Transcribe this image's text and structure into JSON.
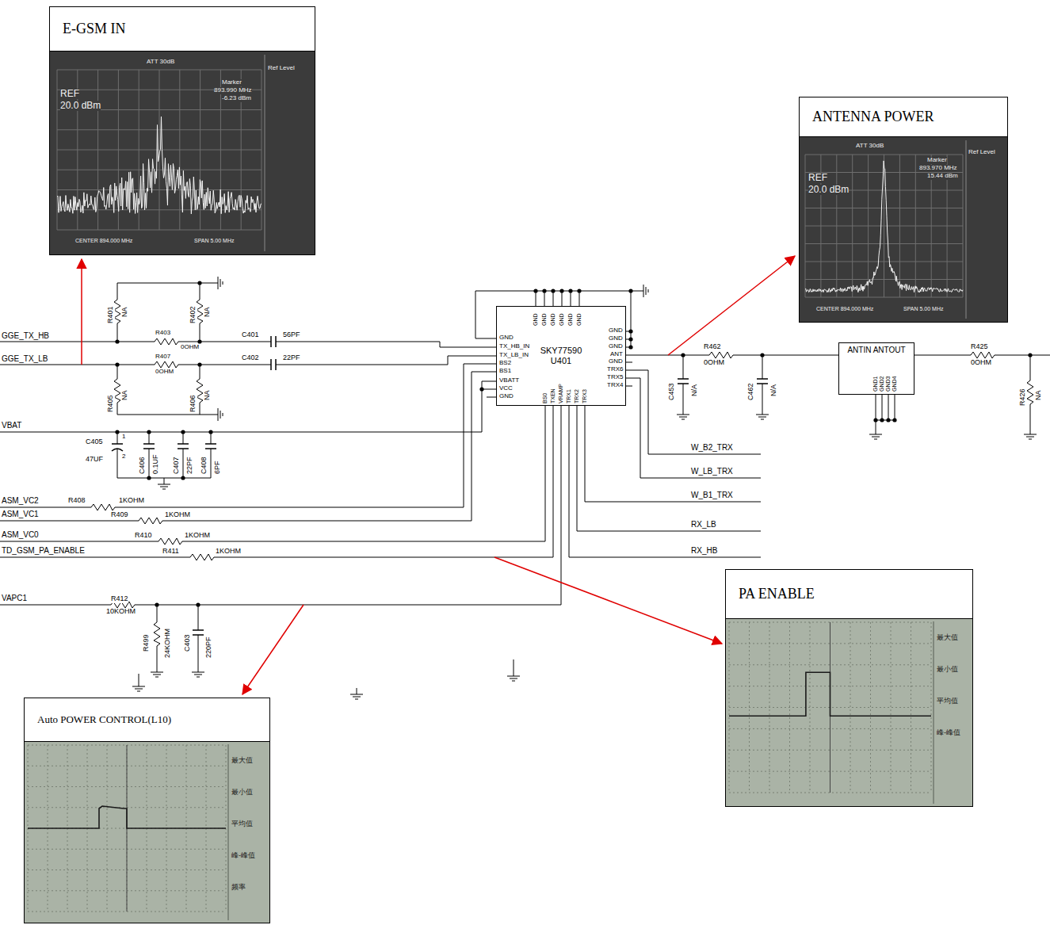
{
  "diagram": {
    "nodes": [
      {
        "text": [
          "E-GSM IN"
        ]
      },
      {
        "text": [
          "ANTENNA POWER"
        ]
      },
      {
        "text": [
          "SKY77590",
          "U401"
        ]
      },
      {
        "text": [
          "ANTIN ANTOUT"
        ]
      },
      {
        "text": [
          "PA ENABLE"
        ]
      },
      {
        "text": [
          "Auto POWER CONTROL(L10)"
        ]
      }
    ],
    "edges": [
      {
        "from": 2,
        "to": 3,
        "arrow": "none"
      }
    ],
    "labels": [
      "GGE_TX_HB",
      "GGE_TX_LB",
      "VBAT",
      "ASM_VC2",
      "ASM_VC1",
      "ASM_VC0",
      "TD_GSM_PA_ENABLE",
      "VAPC1",
      "R401",
      "NA",
      "R402",
      "NA",
      "R403",
      "0OHM",
      "R407",
      "0OHM",
      "R405",
      "NA",
      "R406",
      "NA",
      "C401",
      "56PF",
      "C402",
      "22PF",
      "C405",
      "47UF",
      "1",
      "2",
      "C406",
      "0.1UF",
      "C407",
      "22PF",
      "C408",
      "6PF",
      "R408",
      "1KOHM",
      "R409",
      "1KOHM",
      "R410",
      "1KOHM",
      "R411",
      "1KOHM",
      "R412",
      "10KOHM",
      "R499",
      "24KOHM",
      "C403",
      "220PF",
      "GND",
      "TX_HB_IN",
      "TX_LB_IN",
      "BS2",
      "BS1",
      "VBATT",
      "VCC",
      "GND",
      "GND",
      "GND",
      "GND",
      "ANT",
      "GND",
      "TRX6",
      "TRX5",
      "TRX4",
      "GND",
      "GND",
      "GND",
      "GND",
      "GND",
      "GND",
      "BS0",
      "TXEN",
      "VRAMP",
      "TRX1",
      "TRX2",
      "TRX3",
      "R462",
      "0OHM",
      "C453",
      "N/A",
      "C462",
      "N/A",
      "GND1",
      "GND2",
      "GND3",
      "GND4",
      "R425",
      "0OHM",
      "R426",
      "NA",
      "W_B2_TRX",
      "W_LB_TRX",
      "W_B1_TRX",
      "RX_LB",
      "RX_HB",
      "REF",
      "20.0 dBm",
      "ATT 30dB",
      "Marker",
      "893.990 MHz",
      "-6.23 dBm",
      "CENTER 894.000 MHz",
      "SPAN 5.00 MHz",
      "Ref Level",
      "REF",
      "20.0 dBm",
      "ATT 30dB",
      "Marker",
      "893.970 MHz",
      "15.44 dBm",
      "CENTER 894.000 MHz",
      "SPAN 5.00 MHz",
      "Ref Level",
      "最大值",
      "最小值",
      "平均值",
      "峰-峰值",
      "最大值",
      "最小值",
      "平均值",
      "峰-峰值",
      "频率"
    ]
  }
}
